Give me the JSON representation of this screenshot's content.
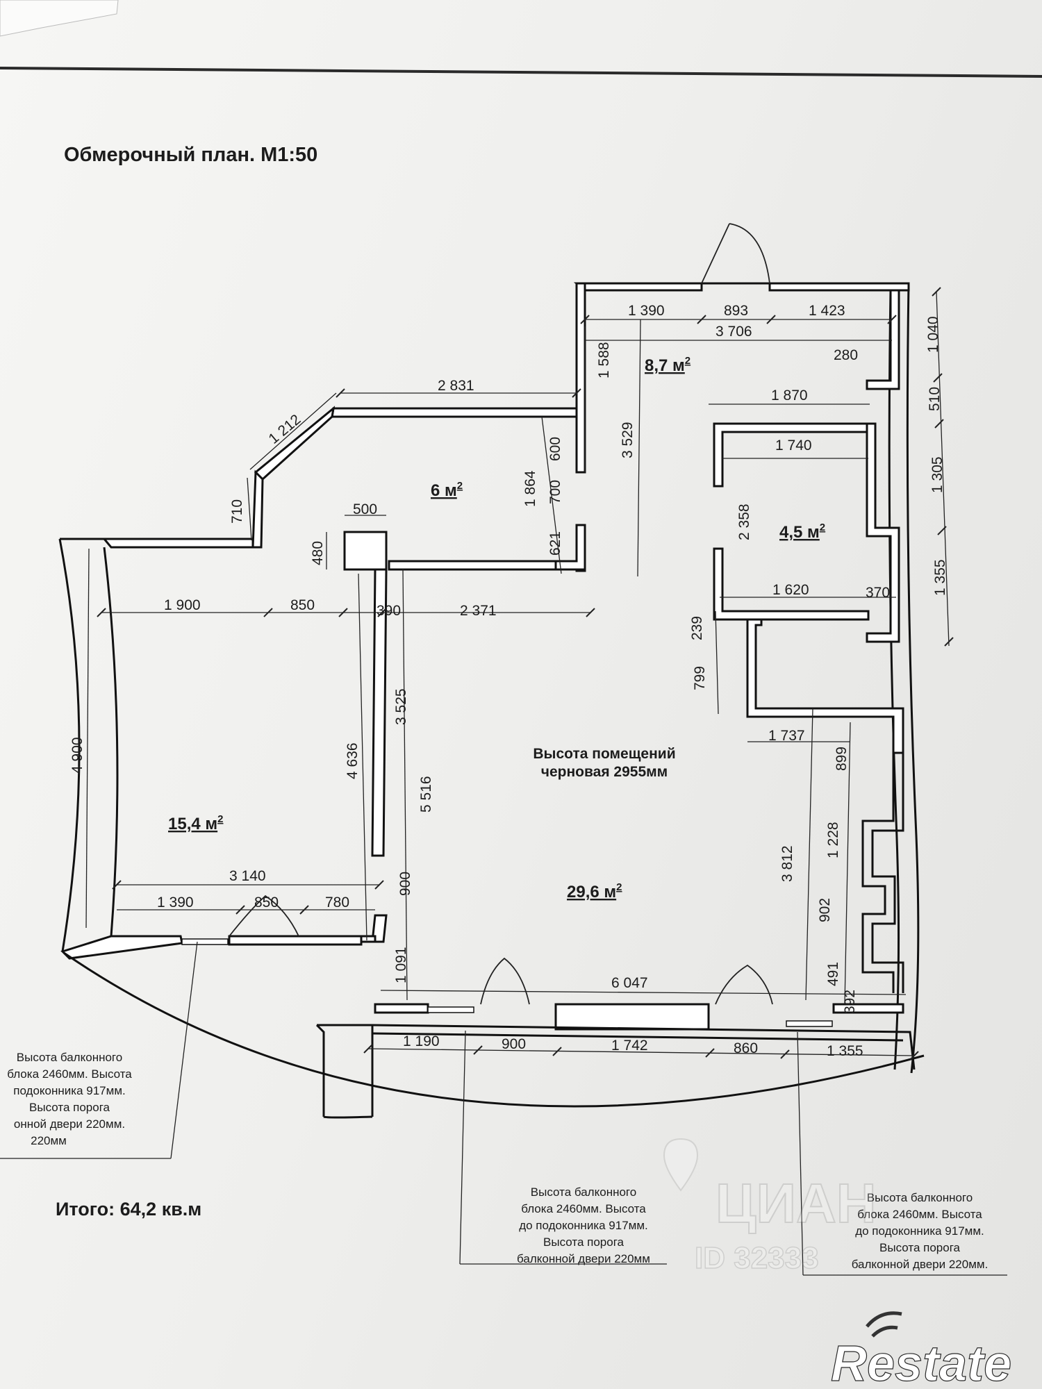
{
  "title": "Обмерочный план. М1:50",
  "total": "Итого: 64,2 кв.м",
  "ceiling_note": [
    "Высота помещений",
    "черновая 2955мм"
  ],
  "rooms": [
    {
      "label": "8,7 м",
      "sup": "2"
    },
    {
      "label": "6 м",
      "sup": "2"
    },
    {
      "label": "4,5 м",
      "sup": "2"
    },
    {
      "label": "15,4 м",
      "sup": "2"
    },
    {
      "label": "29,6 м",
      "sup": "2"
    }
  ],
  "dimensions": [
    "1 390",
    "893",
    "1 423",
    "3 706",
    "1 040",
    "280",
    "1 588",
    "1 870",
    "510",
    "3 529",
    "2 831",
    "1 212",
    "710",
    "600",
    "700",
    "621",
    "1 864",
    "500",
    "480",
    "1 740",
    "1 305",
    "2 358",
    "1 355",
    "1 620",
    "370",
    "1 900",
    "850",
    "390",
    "2 371",
    "239",
    "799",
    "4 900",
    "4 636",
    "3 525",
    "5 516",
    "1 737",
    "899",
    "3 140",
    "1 390",
    "850",
    "780",
    "900",
    "1 228",
    "3 812",
    "902",
    "491",
    "392",
    "1 091",
    "6 047",
    "1 190",
    "900",
    "1 742",
    "860",
    "1 355"
  ],
  "notes": [
    {
      "lines": [
        "Высота балконного",
        "блока 2460мм. Высота",
        "до подоконника 917мм.",
        "Высота порога",
        "балконной двери 220мм"
      ]
    },
    {
      "lines": [
        "Высота балконного",
        "блока 2460мм. Высота",
        "до подоконника 917мм.",
        "Высота порога",
        "балконной двери 220мм."
      ]
    },
    {
      "lines": [
        "Высота балконного",
        "блока 2460мм. Высота",
        "подоконника 917мм.",
        "Высота порога",
        "онной двери 220мм.",
        "220мм"
      ]
    }
  ],
  "watermark": {
    "brand": "ЦИАН",
    "id": "ID 32333"
  },
  "logo": "Restate"
}
